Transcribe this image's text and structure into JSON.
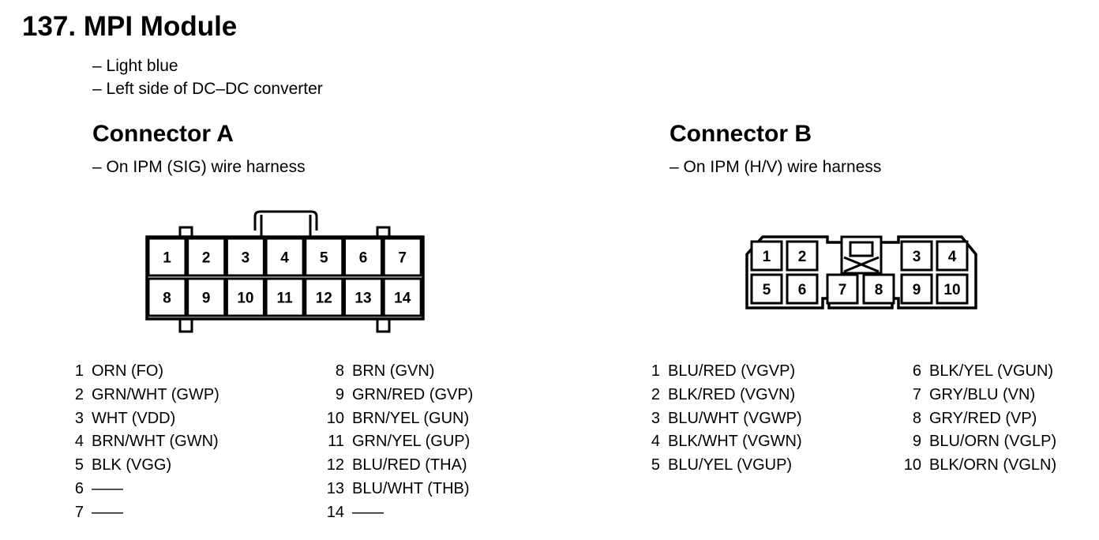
{
  "title": "137. MPI Module",
  "notes": [
    "– Light blue",
    "– Left side of DC–DC converter"
  ],
  "connector_a": {
    "heading": "Connector A",
    "subtitle": "– On IPM (SIG) wire harness",
    "diagram_labels": [
      "1",
      "2",
      "3",
      "4",
      "5",
      "6",
      "7",
      "8",
      "9",
      "10",
      "11",
      "12",
      "13",
      "14"
    ],
    "pins_left": [
      {
        "num": "1",
        "desc": "ORN (FO)"
      },
      {
        "num": "2",
        "desc": "GRN/WHT (GWP)"
      },
      {
        "num": "3",
        "desc": "WHT (VDD)"
      },
      {
        "num": "4",
        "desc": "BRN/WHT (GWN)"
      },
      {
        "num": "5",
        "desc": "BLK (VGG)"
      },
      {
        "num": "6",
        "desc": "——"
      },
      {
        "num": "7",
        "desc": "——"
      }
    ],
    "pins_right": [
      {
        "num": "8",
        "desc": "BRN (GVN)"
      },
      {
        "num": "9",
        "desc": "GRN/RED (GVP)"
      },
      {
        "num": "10",
        "desc": "BRN/YEL (GUN)"
      },
      {
        "num": "11",
        "desc": "GRN/YEL (GUP)"
      },
      {
        "num": "12",
        "desc": "BLU/RED (THA)"
      },
      {
        "num": "13",
        "desc": "BLU/WHT (THB)"
      },
      {
        "num": "14",
        "desc": "——"
      }
    ]
  },
  "connector_b": {
    "heading": "Connector B",
    "subtitle": "– On IPM (H/V) wire harness",
    "diagram_labels": [
      "1",
      "2",
      "3",
      "4",
      "5",
      "6",
      "7",
      "8",
      "9",
      "10"
    ],
    "pins_left": [
      {
        "num": "1",
        "desc": "BLU/RED (VGVP)"
      },
      {
        "num": "2",
        "desc": "BLK/RED (VGVN)"
      },
      {
        "num": "3",
        "desc": "BLU/WHT (VGWP)"
      },
      {
        "num": "4",
        "desc": "BLK/WHT (VGWN)"
      },
      {
        "num": "5",
        "desc": "BLU/YEL (VGUP)"
      }
    ],
    "pins_right": [
      {
        "num": "6",
        "desc": "BLK/YEL (VGUN)"
      },
      {
        "num": "7",
        "desc": "GRY/BLU (VN)"
      },
      {
        "num": "8",
        "desc": "GRY/RED (VP)"
      },
      {
        "num": "9",
        "desc": "BLU/ORN (VGLP)"
      },
      {
        "num": "10",
        "desc": "BLK/ORN (VGLN)"
      }
    ]
  }
}
